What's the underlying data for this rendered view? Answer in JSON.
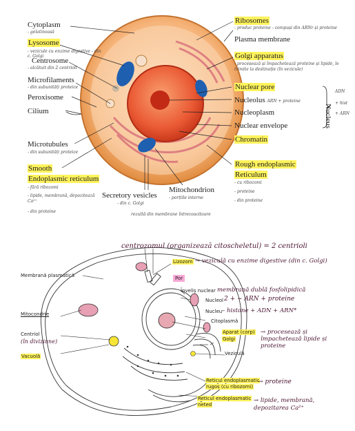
{
  "top": {
    "left_labels": [
      {
        "id": "cytoplasm",
        "text": "Cytoplasm",
        "note": "- gelatinoasă"
      },
      {
        "id": "lysosome",
        "text": "Lysosome",
        "note": "- vezicule cu enzime digestive - din c. Golgi"
      },
      {
        "id": "centrosome",
        "text": "Centrosome",
        "note": "- alcătuit din 2 centrioli"
      },
      {
        "id": "microfilaments",
        "text": "Microfilaments",
        "note": "- din subunități proteice"
      },
      {
        "id": "peroxisome",
        "text": "Peroxisome",
        "note": ""
      },
      {
        "id": "cilium",
        "text": "Cilium",
        "note": ""
      },
      {
        "id": "microtubules",
        "text": "Microtubules",
        "note": "- din subunități proteice"
      },
      {
        "id": "smooth",
        "text": "Smooth",
        "note": ""
      },
      {
        "id": "ser",
        "text": "Endoplasmic reticulum",
        "note": ""
      }
    ],
    "ser_notes": [
      "- fără ribozomi",
      "- lipide, membrană, depozitează Ca²⁺",
      "- din proteine"
    ],
    "right_labels": [
      {
        "id": "ribosomes",
        "text": "Ribosomes",
        "note": "- produc proteine - compuși din ARNr și proteine"
      },
      {
        "id": "plasma",
        "text": "Plasma membrane",
        "note": ""
      },
      {
        "id": "golgi",
        "text": "Golgi apparatus",
        "note": "- procesează și împachetează proteine și lipide, le trimite la destinație (în vezicule)"
      },
      {
        "id": "nuclear_pore",
        "text": "Nuclear pore",
        "note": ""
      },
      {
        "id": "nucleolus",
        "text": "Nucleolus",
        "note": "ARN + proteine"
      },
      {
        "id": "nucleoplasm",
        "text": "Nucleoplasm",
        "note": ""
      },
      {
        "id": "nuclear_envelope",
        "text": "Nuclear envelope",
        "note": ""
      },
      {
        "id": "chromatin",
        "text": "Chromatin",
        "note": ""
      },
      {
        "id": "rer",
        "text": "Rough endoplasmic",
        "note": ""
      },
      {
        "id": "rer2",
        "text": "Reticulum",
        "note": ""
      }
    ],
    "rer_notes": [
      "- cu ribozomi",
      "- proteine",
      "- din proteine"
    ],
    "nucleus_group": {
      "label": "Nucleus",
      "notes": [
        "ADN",
        "+ hist",
        "+ ARN"
      ]
    },
    "bottom": [
      {
        "id": "secretory",
        "text": "Secretory vesicles",
        "note": "- din c. Golgi"
      },
      {
        "id": "mito",
        "text": "Mitochondrion",
        "note": "- porțiile interne"
      },
      {
        "id": "mito_note2",
        "text": "",
        "note": "rezultă din membrane întrecoacitoare"
      }
    ]
  },
  "bottom_diagram": {
    "header_note": "centrozomul (organizează citoscheletul) = 2 centrioli",
    "labels": [
      {
        "id": "membrana",
        "text": "Membrană plasmatică"
      },
      {
        "id": "lizozom",
        "text": "Lizozom",
        "note": "→ veziculă cu enzime digestive (din c. Golgi)"
      },
      {
        "id": "por",
        "text": "Por"
      },
      {
        "id": "invelis",
        "text": "Înveliș nuclear",
        "note": "membrană dublă fosfolipidică"
      },
      {
        "id": "nucleol",
        "text": "Nucleol",
        "note": "2 + ~ ARN + proteine"
      },
      {
        "id": "nucleu",
        "text": "Nucleu",
        "note": "– histone + ADN + ARN*"
      },
      {
        "id": "citoplasma",
        "text": "Citoplasmă"
      },
      {
        "id": "mitocondrie",
        "text": "Mitocondrie"
      },
      {
        "id": "centriol",
        "text": "Centriol",
        "note": "(în diviziune)"
      },
      {
        "id": "vacuola",
        "text": "Vacuolă"
      },
      {
        "id": "aparat",
        "text": "Aparat (corp)",
        "text2": "Golgi",
        "note": "→ procesează și împachetează lipide și proteine"
      },
      {
        "id": "vezicula",
        "text": "Veziculă"
      },
      {
        "id": "rer",
        "text": "Reticul endoplasmatic",
        "text2": "rugos (cu ribozomi)",
        "note": "→ proteine"
      },
      {
        "id": "ser",
        "text": "Reticul endoplasmatic",
        "text2": "neted",
        "note": "→ lipide, membrană, depozitarea Ca²⁺"
      }
    ]
  },
  "colors": {
    "highlight": "#fff35c",
    "pink": "#f7a8d6",
    "cell_outer": "#f0a35a",
    "cell_inner": "#fbd9b4",
    "nucleus": "#e84c2a",
    "mito": "#1f5fb0",
    "ink": "#4a1530"
  }
}
